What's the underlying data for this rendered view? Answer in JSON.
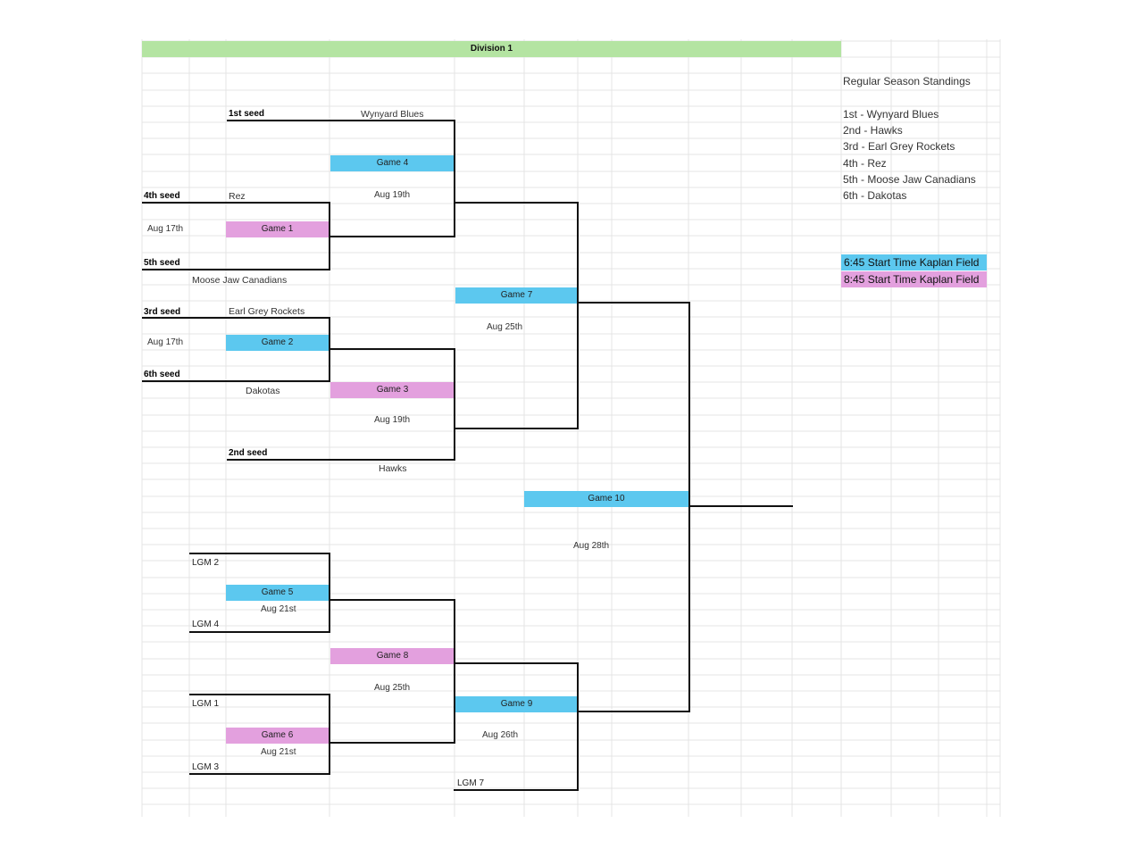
{
  "header": {
    "title": "Division 1"
  },
  "seeds": {
    "s1": "1st seed",
    "s2": "2nd seed",
    "s3": "3rd seed",
    "s4": "4th seed",
    "s5": "5th seed",
    "s6": "6th seed"
  },
  "teams": {
    "wynyard": "Wynyard Blues",
    "rez": "Rez",
    "moose": "Moose Jaw Canadians",
    "earl": "Earl Grey Rockets",
    "dakotas": "Dakotas",
    "hawks": "Hawks"
  },
  "games": {
    "g1": "Game 1",
    "g2": "Game 2",
    "g3": "Game 3",
    "g4": "Game 4",
    "g5": "Game 5",
    "g6": "Game 6",
    "g7": "Game 7",
    "g8": "Game 8",
    "g9": "Game 9",
    "g10": "Game 10"
  },
  "dates": {
    "g1": "Aug 17th",
    "g2": "Aug 17th",
    "g3": "Aug 19th",
    "g4": "Aug 19th",
    "g5": "Aug 21st",
    "g6": "Aug 21st",
    "g7": "Aug 25th",
    "g8": "Aug 25th",
    "g9": "Aug 26th",
    "g10": "Aug 28th"
  },
  "losers": {
    "lgm1": "LGM 1",
    "lgm2": "LGM 2",
    "lgm3": "LGM 3",
    "lgm4": "LGM 4",
    "lgm7": "LGM 7"
  },
  "standings": {
    "title": "Regular Season Standings",
    "items": [
      "1st - Wynyard Blues",
      "2nd - Hawks",
      "3rd - Earl Grey Rockets",
      "4th - Rez",
      "5th - Moose Jaw Canadians",
      "6th - Dakotas"
    ]
  },
  "legend": {
    "blue_label": "6:45 Start Time Kaplan Field",
    "pink_label": "8:45 Start Time Kaplan Field",
    "blue_color": "#5cc8ef",
    "pink_color": "#e3a0de",
    "banner_color": "#b4e4a2"
  }
}
